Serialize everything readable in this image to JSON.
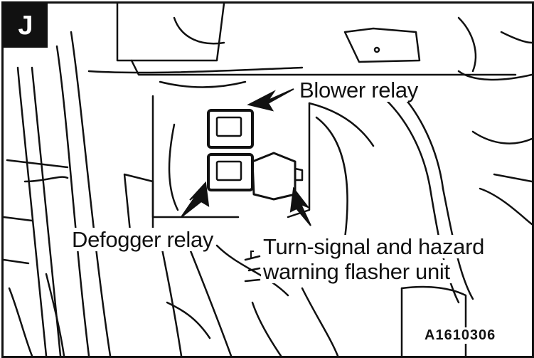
{
  "badge": "J",
  "labels": {
    "blower_relay": "Blower relay",
    "defogger_relay": "Defogger relay",
    "flasher_line1": "Turn-signal and hazard",
    "flasher_line2": "warning flasher unit"
  },
  "figure_code": "A1610306",
  "colors": {
    "ink": "#111111",
    "paper": "#ffffff"
  }
}
